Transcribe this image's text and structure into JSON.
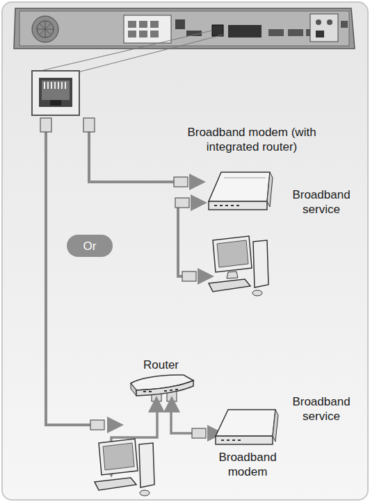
{
  "diagram": {
    "nodes": [
      {
        "text": [
          "Or"
        ]
      }
    ],
    "labels": [
      "Broadband modem (with integrated router)",
      "Broadband service",
      "Router",
      "Broadband service",
      "Broadband modem"
    ]
  }
}
